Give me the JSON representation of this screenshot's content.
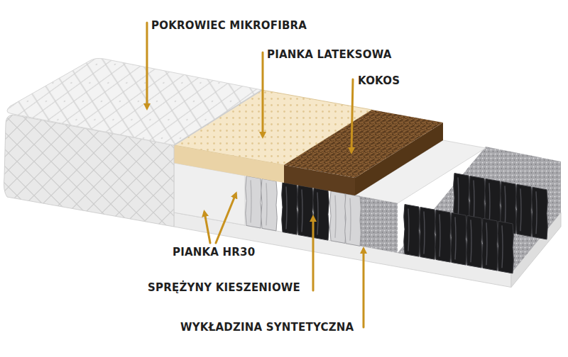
{
  "diagram": {
    "labels": [
      "POKROWIEC MIKROFIBRA",
      "PIANKA LATEKSOWA",
      "KOKOS",
      "PIANKA HR30",
      "SPRĘŻYNY KIESZENIOWE",
      "WYKŁADZINA SYNTETYCZNA"
    ]
  }
}
